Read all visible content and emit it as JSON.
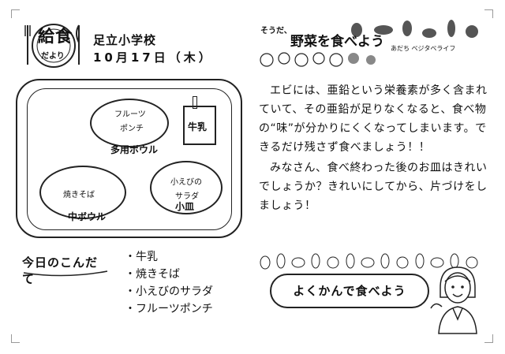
{
  "header": {
    "logo_title": "給食",
    "logo_subtitle": "だより",
    "school_name": "足立小学校",
    "date": "10月17日（木）"
  },
  "tray": {
    "bowl_large_items": [
      "フルーツ",
      "ポンチ"
    ],
    "bowl_large_label": "多用ボウル",
    "milk_label": "牛乳",
    "bowl_medium_item": "焼きそば",
    "bowl_medium_label": "中ボウル",
    "plate_small_items": [
      "小えびの",
      "サラダ"
    ],
    "plate_small_label": "小皿"
  },
  "menu": {
    "heading": "今日のこんだて",
    "items": [
      "・牛乳",
      "・焼きそば",
      "・小えびのサラダ",
      "・フルーツポンチ"
    ]
  },
  "banner": {
    "prefix": "そうだ、",
    "title": "野菜を食べよう",
    "subtitle": "あだち ベジタベライフ"
  },
  "article": {
    "paragraphs": [
      "エビには、亜鉛という栄養素が多く含まれていて、その亜鉛が足りなくなると、食べ物の“味”が分かりにくくなってしまいます。できるだけ残さず食べましょう！！",
      "みなさん、食べ終わった後のお皿はきれいでしょうか？きれいにしてから、片づけをしましょう！"
    ]
  },
  "slogan": {
    "text": "よくかんで食べよう"
  }
}
